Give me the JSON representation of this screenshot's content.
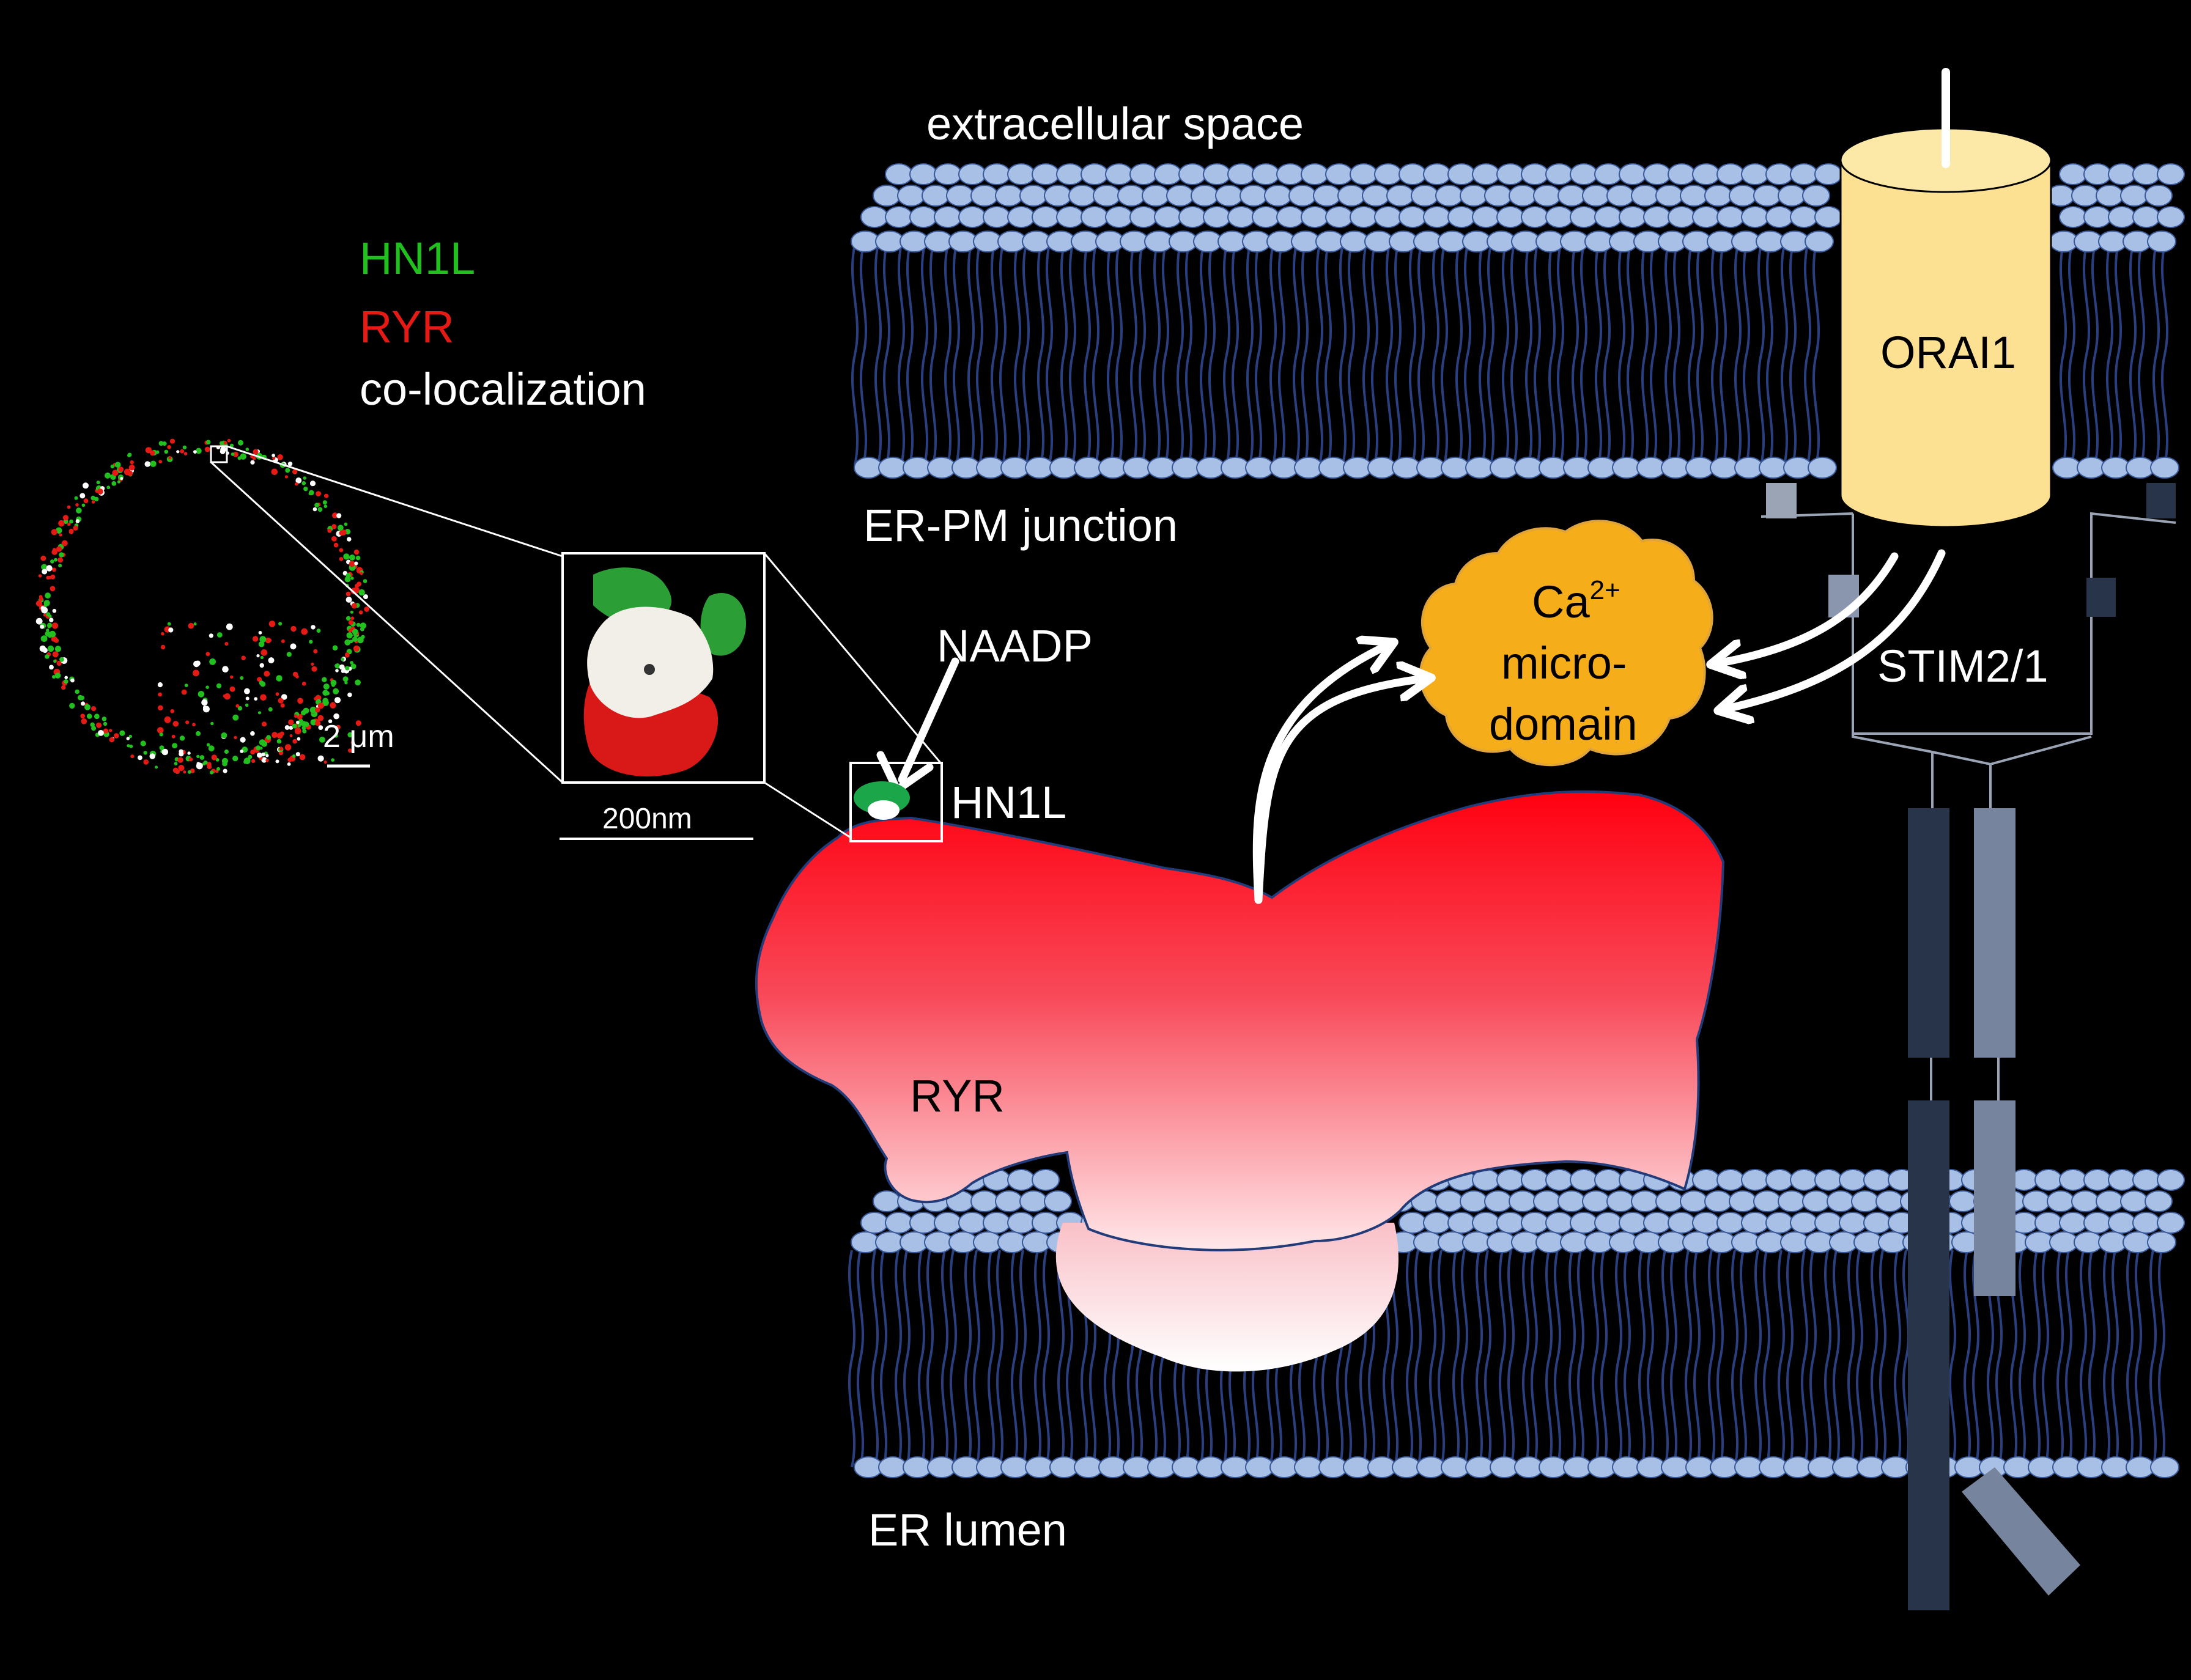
{
  "labels": {
    "extracellular": "extracellular space",
    "erpm": "ER-PM junction",
    "lumen": "ER lumen",
    "orai": "ORAI1",
    "stim": "STIM2/1",
    "ca": "Ca",
    "ca_sup": "2+",
    "micro": "micro-",
    "domain": "domain",
    "naadp": "NAADP",
    "hn1l_diagram": "HN1L",
    "ryr_diagram": "RYR"
  },
  "legend": {
    "hn1l": "HN1L",
    "ryr": "RYR",
    "coloc": "co-localization"
  },
  "scale": {
    "cell": "2 μm",
    "zoom": "200nm"
  },
  "colors": {
    "background": "#000000",
    "lipid_head": "#a9c0e6",
    "lipid_edge": "#3a5a9a",
    "lipid_tail": "#2a3f7f",
    "orai_fill": "#fbe191",
    "ca_fill": "#f5ad1a",
    "ryr_top": "#ff0010",
    "ryr_bottom": "#ffe8ea",
    "stim_dark": "#27344a",
    "stim_light": "#76849e",
    "legend_green": "#22c01e",
    "legend_red": "#e51a14",
    "hn1l_marker": "#1ca64a"
  }
}
